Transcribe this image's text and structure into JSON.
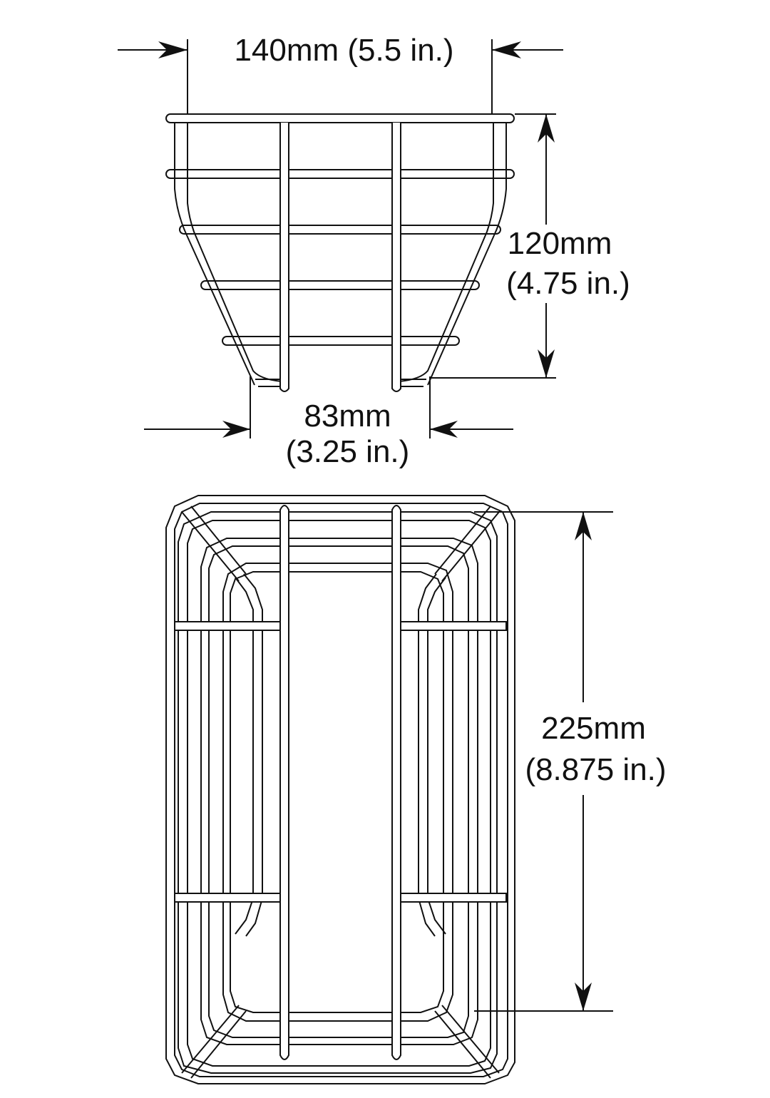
{
  "diagram": {
    "views": [
      "side-view",
      "top-view"
    ],
    "colors": {
      "line": "#111111",
      "background": "#ffffff"
    },
    "dimensions": {
      "top_width": {
        "mm": "140mm",
        "label": "140mm (5.5 in.)"
      },
      "height": {
        "mm": "120mm",
        "in": "(4.75 in.)"
      },
      "bottom_width": {
        "mm": "83mm",
        "in": "(3.25 in.)"
      },
      "length": {
        "mm": "225mm",
        "in": "(8.875 in.)"
      }
    }
  }
}
